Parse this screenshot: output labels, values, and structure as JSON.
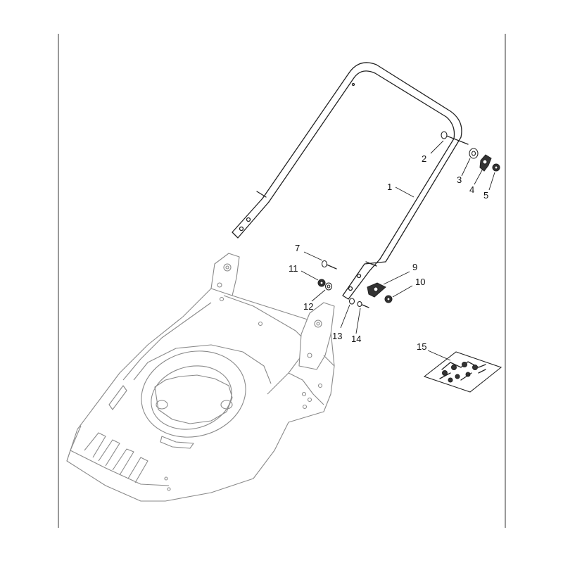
{
  "diagram": {
    "callouts": [
      {
        "id": "1",
        "label": "1"
      },
      {
        "id": "2",
        "label": "2"
      },
      {
        "id": "3",
        "label": "3"
      },
      {
        "id": "4",
        "label": "4"
      },
      {
        "id": "5",
        "label": "5"
      },
      {
        "id": "7",
        "label": "7"
      },
      {
        "id": "9",
        "label": "9"
      },
      {
        "id": "10",
        "label": "10"
      },
      {
        "id": "11",
        "label": "11"
      },
      {
        "id": "12",
        "label": "12"
      },
      {
        "id": "13",
        "label": "13"
      },
      {
        "id": "14",
        "label": "14"
      },
      {
        "id": "15",
        "label": "15"
      }
    ],
    "colors": {
      "line": "#222222",
      "deck": "#8a8a8a",
      "background": "#ffffff"
    }
  }
}
